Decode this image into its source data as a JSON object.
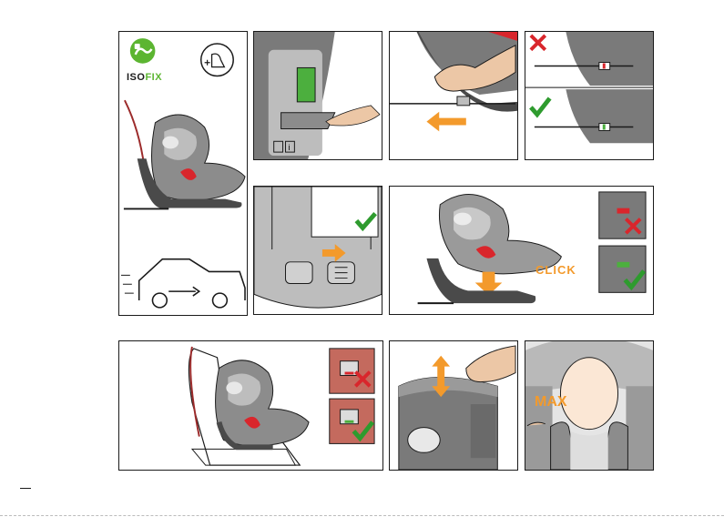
{
  "colors": {
    "accent_orange": "#f39a2c",
    "isofix_green": "#5cb531",
    "check_green": "#2e9b2e",
    "cross_red": "#d9262c",
    "seat_gray": "#9a9a9a",
    "dark_gray": "#4a4a4a",
    "skin": "#ecc7a6"
  },
  "panel1": {
    "isofix_prefix": "ISO",
    "isofix_suffix": "FIX"
  },
  "panel6": {
    "click_label": "CLICK"
  },
  "panel10": {
    "max_label": "MAX"
  },
  "icons": [
    "isofix-logo-icon",
    "seat-anchor-icon",
    "car-arrow-icon",
    "check-icon",
    "cross-icon",
    "info-icon",
    "arrow-icon"
  ]
}
